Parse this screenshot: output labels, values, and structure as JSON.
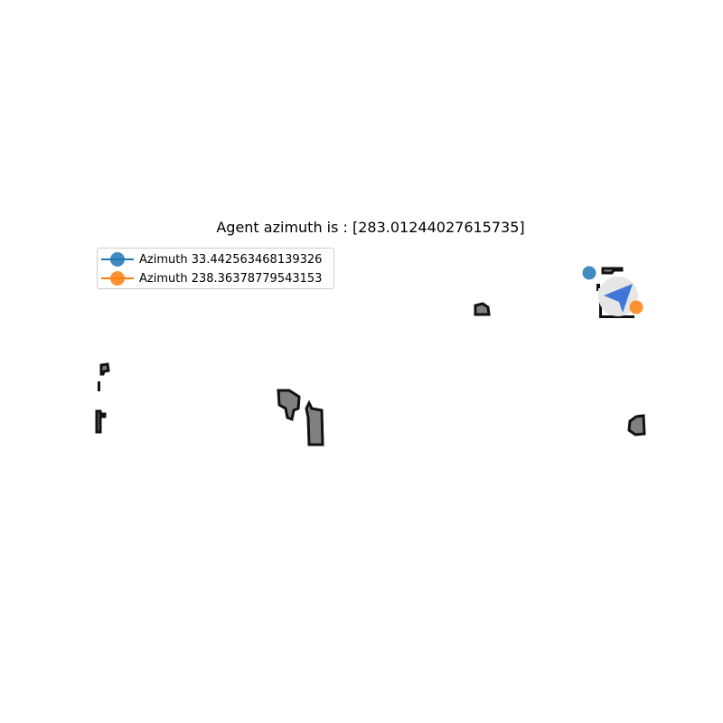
{
  "title": "Agent azimuth is : [283.01244027615735]",
  "legend": {
    "items": [
      {
        "label": "Azimuth 33.442563468139326",
        "color": "#1f77b4"
      },
      {
        "label": "Azimuth 238.36378779543153",
        "color": "#ff7f0e"
      }
    ]
  },
  "colors": {
    "obstacle_fill": "#808080",
    "obstacle_edge": "#111111",
    "agent_arrow": "#3f78d8",
    "agent_halo": "#e6e6e6"
  },
  "agent": {
    "icon": "navigation-arrow-icon",
    "azimuth": 283.01244027615735
  }
}
